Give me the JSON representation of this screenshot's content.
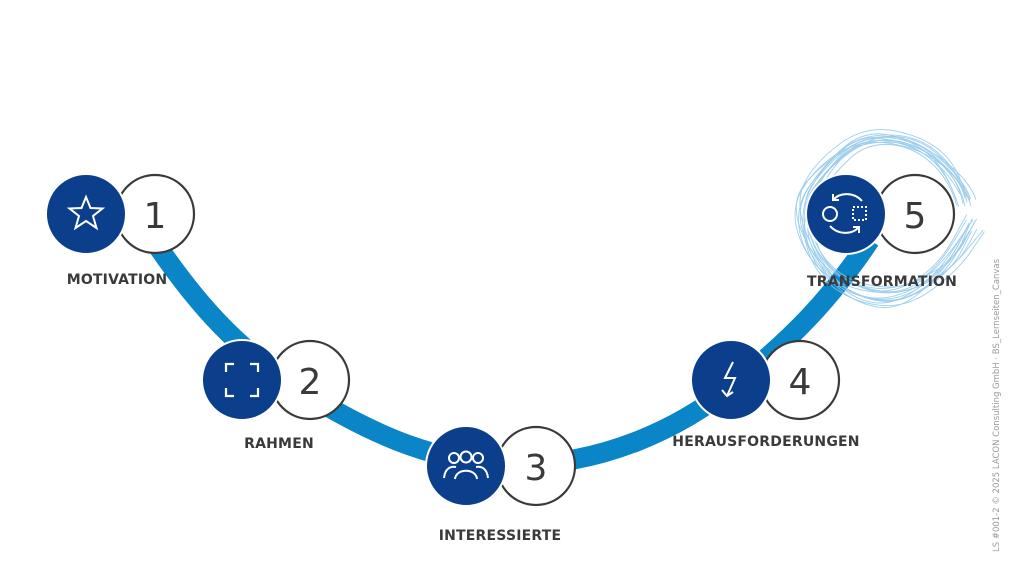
{
  "colors": {
    "path": "#0a86c8",
    "icon_circle": "#0b3f8c",
    "number_circle_stroke": "#3a3a3a",
    "number_text": "#3a3a3a",
    "label_text": "#3a3a3a",
    "scribble": "#8cc6ea",
    "footer_text": "#9a9a9a"
  },
  "steps": [
    {
      "number": "1",
      "label": "MOTIVATION",
      "icon": "star-icon"
    },
    {
      "number": "2",
      "label": "RAHMEN",
      "icon": "frame-corners-icon"
    },
    {
      "number": "3",
      "label": "INTERESSIERTE",
      "icon": "people-group-icon"
    },
    {
      "number": "4",
      "label": "HERAUSFORDERUNGEN",
      "icon": "lightning-bolt-icon"
    },
    {
      "number": "5",
      "label": "TRANSFORMATION",
      "icon": "transform-cycle-icon",
      "highlighted": true
    }
  ],
  "footer": {
    "text": "LS #001-2 © 2025 LACON Consulting GmbH  ·  BS_Lernseiten_Canvas"
  }
}
